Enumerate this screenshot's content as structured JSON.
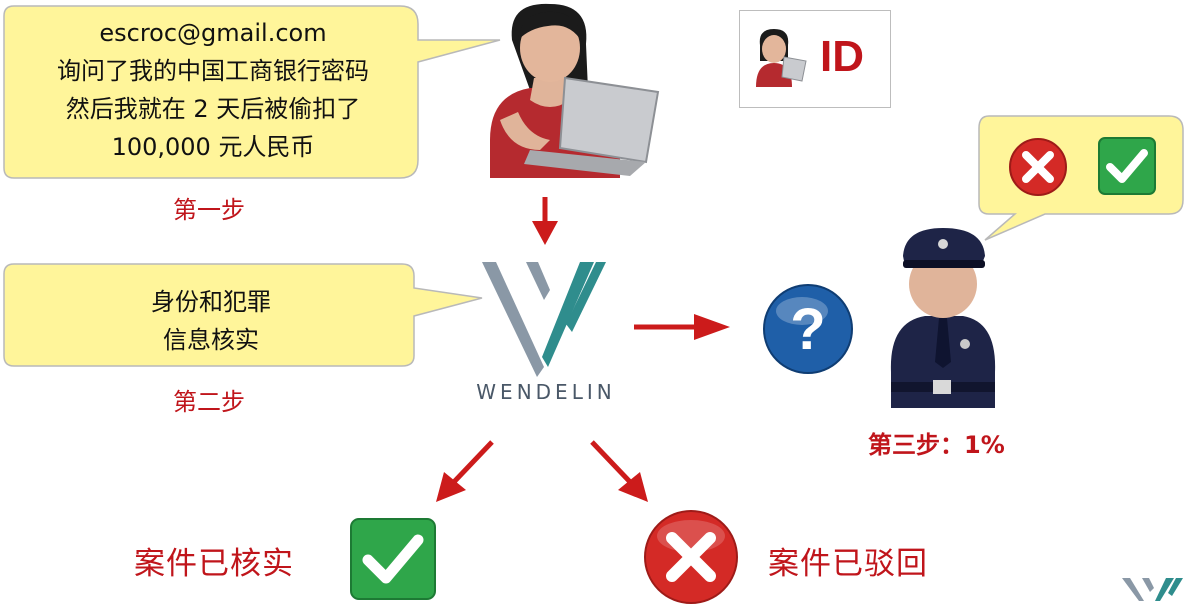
{
  "bubble_top": {
    "lines": [
      "escroc@gmail.com",
      "询问了我的中国工商银行密码",
      "然后我就在 2 天后被偷扣了",
      "100,000 元人民币"
    ]
  },
  "step1": "第一步",
  "bubble_mid": {
    "lines": [
      "身份和犯罪",
      "信息核实"
    ]
  },
  "step2": "第二步",
  "logo": {
    "wordmark": "WENDELIN"
  },
  "id_card": {
    "label": "ID"
  },
  "step3": "第三步：1%",
  "verdict_ok": "案件已核实",
  "verdict_rejected": "案件已驳回",
  "colors": {
    "bubble_fill": "#fff59a",
    "accent_red": "#c0151b",
    "logo_grey": "#8a98a6",
    "logo_teal": "#2f8d8d",
    "check_green": "#2fa64a",
    "cross_red": "#d42a26",
    "question_blue": "#1f5fa8"
  },
  "icons": [
    "woman-with-laptop-icon",
    "police-officer-icon",
    "question-mark-icon",
    "check-icon",
    "cross-icon",
    "id-card-icon"
  ]
}
